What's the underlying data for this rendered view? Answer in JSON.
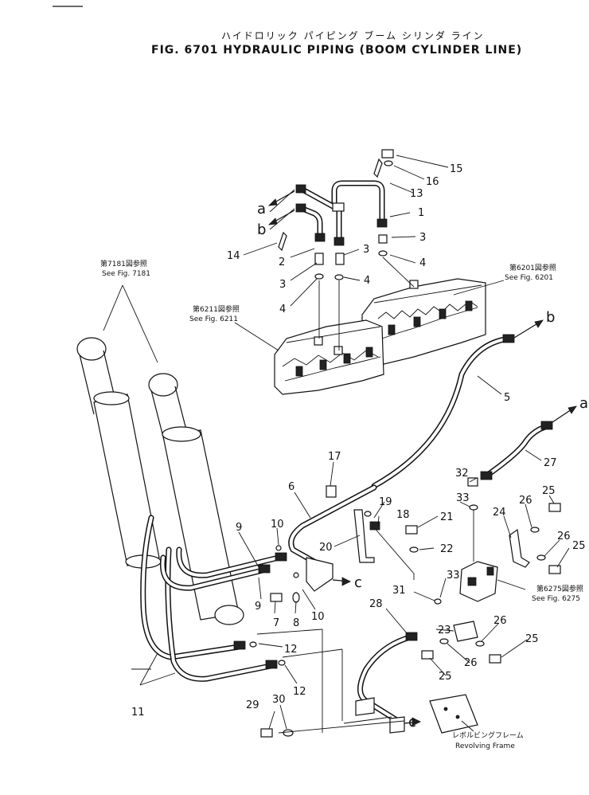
{
  "header": {
    "title_jp": "ハイドロリック パイピング ブーム シリンダ ライン",
    "title_en": "FIG. 6701 HYDRAULIC PIPING (BOOM CYLINDER LINE)"
  },
  "references": {
    "fig7181": {
      "jp": "第7181図参照",
      "en": "See Fig. 7181"
    },
    "fig6201": {
      "jp": "第6201図参照",
      "en": "See Fig. 6201"
    },
    "fig6211": {
      "jp": "第6211図参照",
      "en": "See Fig. 6211"
    },
    "fig6275": {
      "jp": "第6275図参照",
      "en": "See Fig. 6275"
    },
    "revolving_frame": {
      "jp": "レボルビングフレーム",
      "en": "Revolving Frame"
    }
  },
  "letters": {
    "a": "a",
    "b": "b",
    "c": "c"
  },
  "callouts": {
    "p1": "1",
    "p2": "2",
    "p3": "3",
    "p4": "4",
    "p5": "5",
    "p6": "6",
    "p7": "7",
    "p8": "8",
    "p9": "9",
    "p10": "10",
    "p11": "11",
    "p12": "12",
    "p13": "13",
    "p14": "14",
    "p15": "15",
    "p16": "16",
    "p17": "17",
    "p18": "18",
    "p19": "19",
    "p20": "20",
    "p21": "21",
    "p22": "22",
    "p23": "23",
    "p24": "24",
    "p25": "25",
    "p26": "26",
    "p27": "27",
    "p28": "28",
    "p29": "29",
    "p30": "30",
    "p31": "31",
    "p32": "32",
    "p33": "33"
  }
}
